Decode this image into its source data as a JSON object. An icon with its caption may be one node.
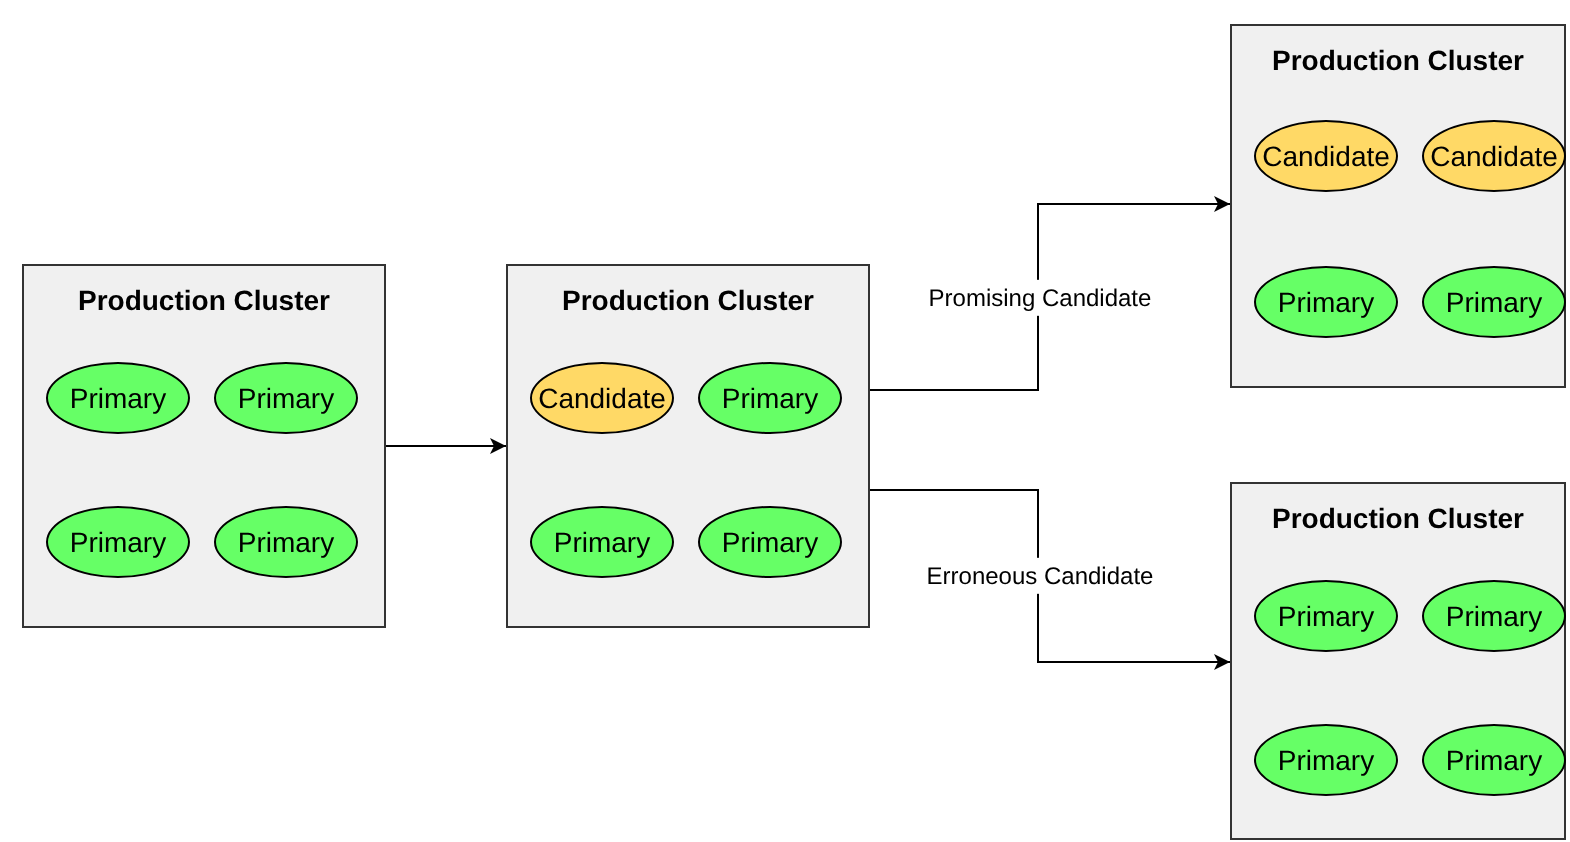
{
  "diagram": {
    "nodes": [
      {
        "text": [
          "Production Cluster"
        ]
      },
      {
        "text": [
          "Primary"
        ],
        "in": 0
      },
      {
        "text": [
          "Primary"
        ],
        "in": 0
      },
      {
        "text": [
          "Primary"
        ],
        "in": 0
      },
      {
        "text": [
          "Primary"
        ],
        "in": 0
      },
      {
        "text": [
          "Production Cluster"
        ]
      },
      {
        "text": [
          "Candidate"
        ],
        "in": 5
      },
      {
        "text": [
          "Primary"
        ],
        "in": 5
      },
      {
        "text": [
          "Primary"
        ],
        "in": 5
      },
      {
        "text": [
          "Primary"
        ],
        "in": 5
      },
      {
        "text": [
          "Production Cluster"
        ]
      },
      {
        "text": [
          "Candidate"
        ],
        "in": 10
      },
      {
        "text": [
          "Candidate"
        ],
        "in": 10
      },
      {
        "text": [
          "Primary"
        ],
        "in": 10
      },
      {
        "text": [
          "Primary"
        ],
        "in": 10
      },
      {
        "text": [
          "Production Cluster"
        ]
      },
      {
        "text": [
          "Primary"
        ],
        "in": 15
      },
      {
        "text": [
          "Primary"
        ],
        "in": 15
      },
      {
        "text": [
          "Primary"
        ],
        "in": 15
      },
      {
        "text": [
          "Primary"
        ],
        "in": 15
      }
    ],
    "edges": [
      {
        "from": 0,
        "to": 5,
        "arrow": "to"
      },
      {
        "from": 5,
        "to": 10,
        "arrow": "to",
        "label": "Promising Candidate"
      },
      {
        "from": 5,
        "to": 15,
        "arrow": "to",
        "label": "Erroneous Candidate"
      }
    ]
  }
}
